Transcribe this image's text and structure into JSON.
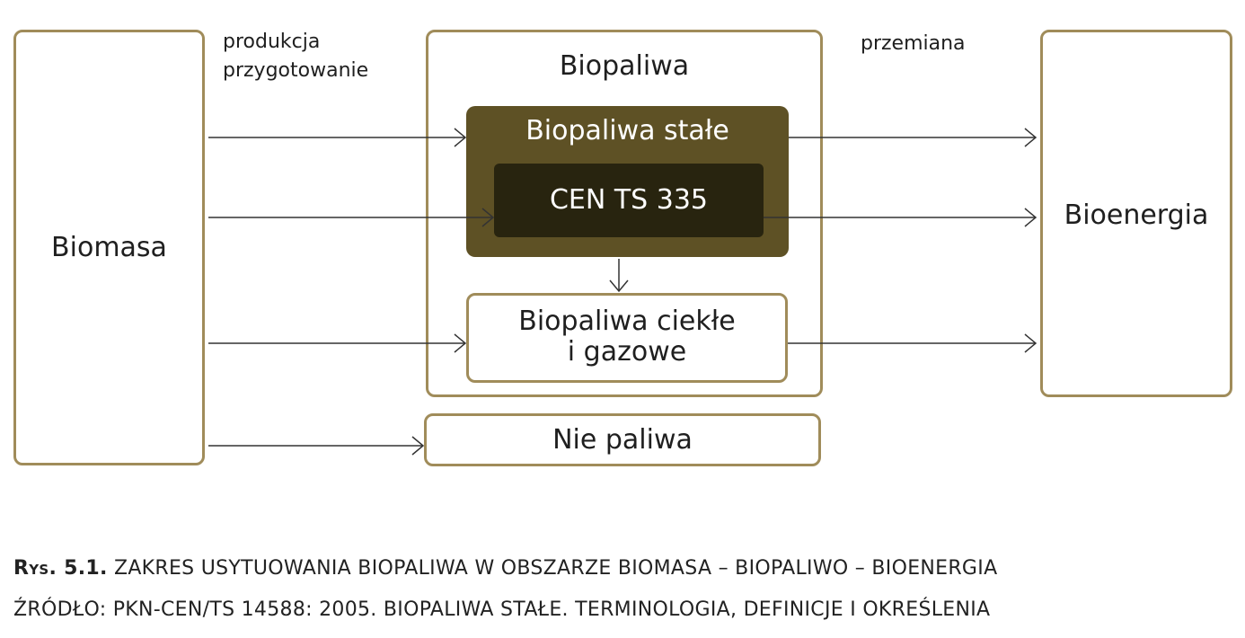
{
  "diagram": {
    "biomasa": "Biomasa",
    "biopaliwa": "Biopaliwa",
    "biopaliwa_stale": "Biopaliwa stałe",
    "cen_ts": "CEN TS 335",
    "biopaliwa_ciekle_line1": "Biopaliwa ciekłe",
    "biopaliwa_ciekle_line2": "i gazowe",
    "nie_paliwa": "Nie paliwa",
    "bioenergia": "Bioenergia",
    "produkcja": "produkcja",
    "przygotowanie": "przygotowanie",
    "przemiana": "przemiana"
  },
  "caption": {
    "prefix": "Rys. 5.1.",
    "line1": "ZAKRES USYTUOWANIA BIOPALIWA W OBSZARZE BIOMASA – BIOPALIWO – BIOENERGIA",
    "line2": "ŹRÓDŁO: PKN-CEN/TS 14588: 2005. BIOPALIWA STAŁE. TERMINOLOGIA, DEFINICJE I OKREŚLENIA"
  },
  "colors": {
    "border": "#a08c5a",
    "stale_fill": "#5e5125",
    "cen_fill": "#28240f"
  }
}
